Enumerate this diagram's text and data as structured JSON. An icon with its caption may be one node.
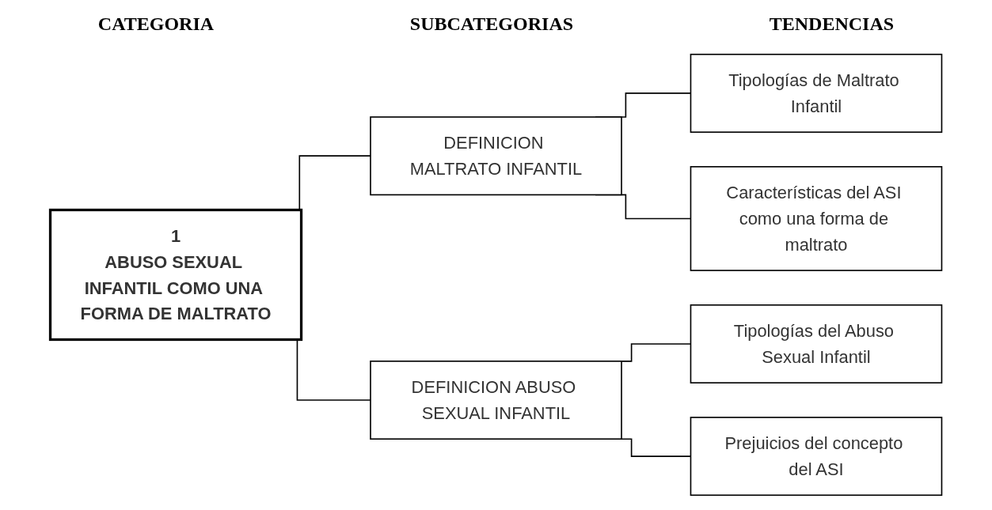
{
  "diagram": {
    "nodes": [
      {
        "text": [
          "1",
          "ABUSO SEXUAL INFANTIL COMO UNA FORMA DE MALTRATO"
        ]
      },
      {
        "text": [
          "DEFINICION MALTRATO INFANTIL"
        ]
      },
      {
        "text": [
          "DEFINICION ABUSO SEXUAL INFANTIL"
        ]
      },
      {
        "text": [
          "Tipologías de Maltrato Infantil"
        ]
      },
      {
        "text": [
          "Características del ASI como una forma de maltrato"
        ]
      },
      {
        "text": [
          "Tipologías del Abuso Sexual Infantil"
        ]
      },
      {
        "text": [
          "Prejuicios del concepto del ASI"
        ]
      }
    ],
    "edges": [
      {
        "from": 0,
        "to": 1,
        "arrow": "none"
      },
      {
        "from": 0,
        "to": 2,
        "arrow": "none"
      },
      {
        "from": 1,
        "to": 3,
        "arrow": "none"
      },
      {
        "from": 1,
        "to": 4,
        "arrow": "none"
      },
      {
        "from": 2,
        "to": 5,
        "arrow": "none"
      },
      {
        "from": 2,
        "to": 6,
        "arrow": "none"
      }
    ],
    "labels": [
      "CATEGORIA",
      "SUBCATEGORIAS",
      "TENDENCIAS"
    ]
  }
}
